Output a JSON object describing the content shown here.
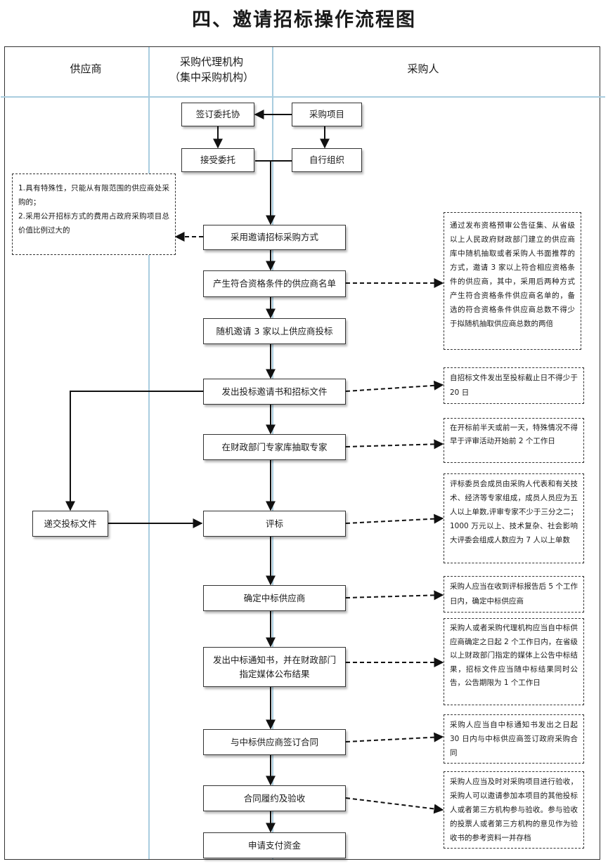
{
  "title": "四、邀请招标操作流程图",
  "lanes": {
    "supplier": "供应商",
    "agency_line1": "采购代理机构",
    "agency_line2": "（集中采购机构）",
    "purchaser": "采购人"
  },
  "steps": {
    "sign_entrust": "签订委托协",
    "purchase_project": "采购项目",
    "accept_entrust": "接受委托",
    "self_organize": "自行组织",
    "adopt_method": "采用邀请招标采购方式",
    "generate_list": "产生符合资格条件的供应商名单",
    "random_invite": "随机邀请 3 家以上供应商投标",
    "issue_invitation": "发出投标邀请书和招标文件",
    "extract_experts": "在财政部门专家库抽取专家",
    "submit_bid": "递交投标文件",
    "evaluate": "评标",
    "determine_winner": "确定中标供应商",
    "notice_line1": "发出中标通知书，并在财政部门",
    "notice_line2": "指定媒体公布结果",
    "sign_contract": "与中标供应商签订合同",
    "perform_accept": "合同履约及验收",
    "apply_payment": "申请支付资金"
  },
  "notes": {
    "conditions": {
      "line1": "1.具有特殊性，只能从有限范围的供应商处采购的；",
      "line2": "2.采用公开招标方式的费用占政府采购项目总价值比例过大的"
    },
    "supplier_list": "通过发布资格预审公告征集、从省级以上人民政府财政部门建立的供应商库中随机抽取或者采购人书面推荐的方式，邀请 3 家以上符合相应资格条件的供应商，其中，采用后两种方式产生符合资格条件供应商名单的，备选的符合资格条件供应商总数不得少于拟随机抽取供应商总数的两倍",
    "deadline": "自招标文件发出至投标截止日不得少于 20 日",
    "expert_timing": "在开标前半天或前一天，特殊情况不得早于评审活动开始前 2 个工作日",
    "committee": "评标委员会成员由采购人代表和有关技术、经济等专家组成，成员人员应为五人以上单数,评审专家不少于三分之二；1000 万元以上、技术复杂、社会影响大评委会组成人数应为 7 人以上单数",
    "winner_timing": "采购人应当在收到评标报告后 5 个工作日内，确定中标供应商",
    "announcement": "采购人或者采购代理机构应当自中标供应商确定之日起 2 个工作日内，在省级以上财政部门指定的媒体上公告中标结果，招标文件应当随中标结果同时公告，公告期限为 1 个工作日",
    "contract_timing": "采购人应当自中标通知书发出之日起 30 日内与中标供应商签订政府采购合同",
    "acceptance": "采购人应当及时对采购项目进行验收，采购人可以邀请参加本项目的其他投标人或者第三方机构参与验收。参与验收的投票人或者第三方机构的意见作为验收书的参考资料一并存档"
  },
  "colors": {
    "lane_line": "#a9cddf",
    "border": "#333333"
  }
}
